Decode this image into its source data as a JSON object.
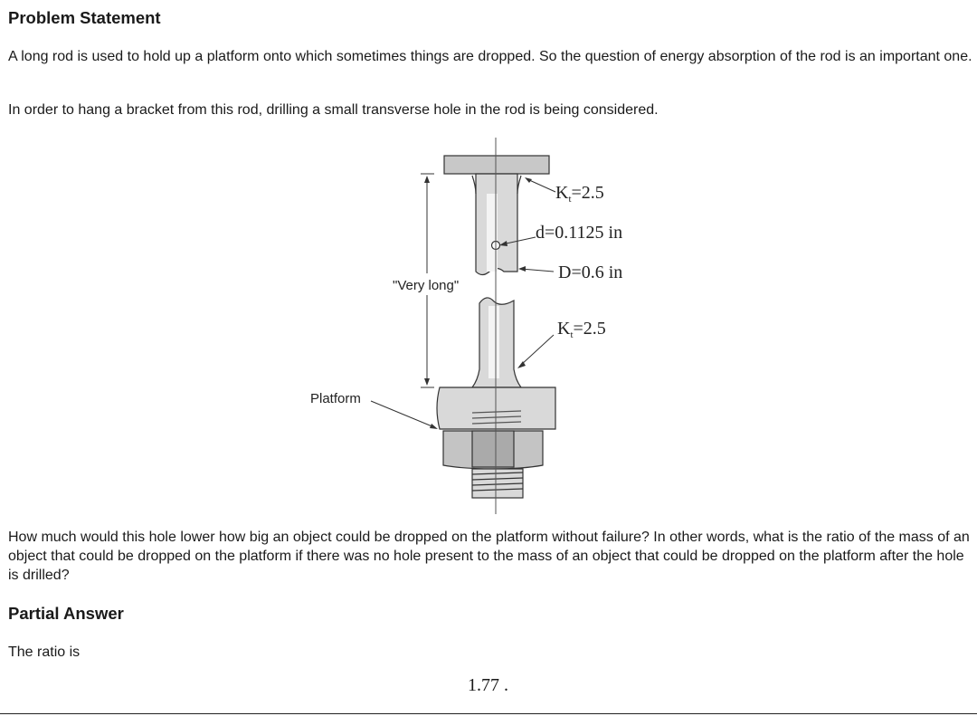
{
  "problem": {
    "heading": "Problem Statement",
    "paragraph1": "A long rod is used to hold up a platform onto which sometimes things are dropped. So the question of energy absorption of the rod is an important one.",
    "paragraph2": "In order to hang a bracket from this rod, drilling a small transverse hole in the rod is being considered.",
    "question": "How much would this hole lower how big an object could be dropped on the platform without failure? In other words, what is the ratio of the mass of an object that could be dropped on the platform if there was no hole present to the mass of an object that could be dropped on the platform after the hole is drilled?"
  },
  "figure": {
    "kt_top": "K",
    "kt_top_sub": "t",
    "kt_top_value": "=2.5",
    "hole_label": "d=0.1125 in",
    "diameter_label": "D=0.6 in",
    "kt_bottom": "K",
    "kt_bottom_sub": "t",
    "kt_bottom_value": "=2.5",
    "length_label": "\"Very long\"",
    "platform_label": "Platform"
  },
  "answer": {
    "heading": "Partial Answer",
    "prompt": "The ratio is",
    "value": "1.77 ."
  }
}
